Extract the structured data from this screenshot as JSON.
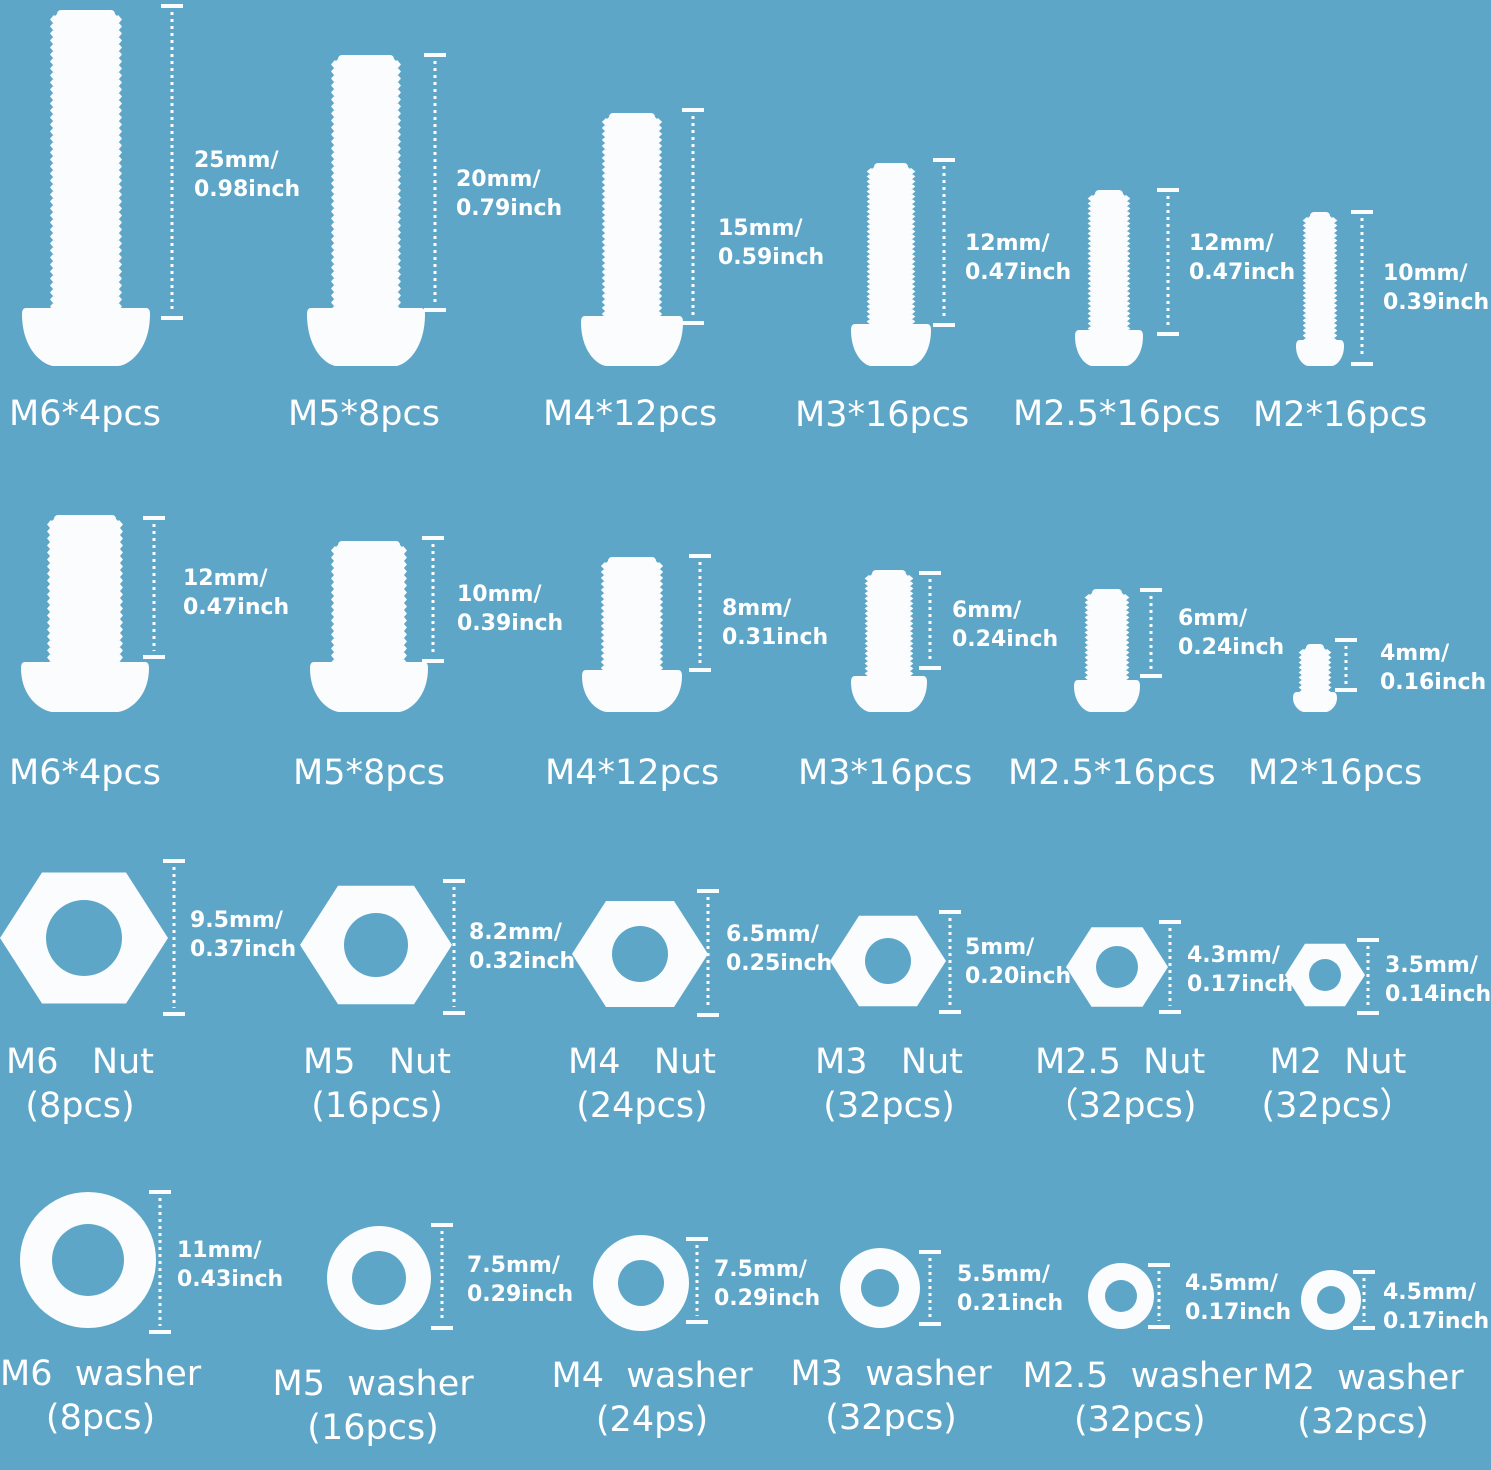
{
  "rows": [
    {
      "kind": "screw",
      "items": [
        {
          "label": "M6*4pcs",
          "mm": "25mm/",
          "inch": "0.98inch"
        },
        {
          "label": "M5*8pcs",
          "mm": "20mm/",
          "inch": "0.79inch"
        },
        {
          "label": "M4*12pcs",
          "mm": "15mm/",
          "inch": "0.59inch"
        },
        {
          "label": "M3*16pcs",
          "mm": "12mm/",
          "inch": "0.47inch"
        },
        {
          "label": "M2.5*16pcs",
          "mm": "12mm/",
          "inch": "0.47inch"
        },
        {
          "label": "M2*16pcs",
          "mm": "10mm/",
          "inch": "0.39inch"
        }
      ]
    },
    {
      "kind": "screw",
      "items": [
        {
          "label": "M6*4pcs",
          "mm": "12mm/",
          "inch": "0.47inch"
        },
        {
          "label": "M5*8pcs",
          "mm": "10mm/",
          "inch": "0.39inch"
        },
        {
          "label": "M4*12pcs",
          "mm": "8mm/",
          "inch": "0.31inch"
        },
        {
          "label": "M3*16pcs",
          "mm": "6mm/",
          "inch": "0.24inch"
        },
        {
          "label": "M2.5*16pcs",
          "mm": "6mm/",
          "inch": "0.24inch"
        },
        {
          "label": "M2*16pcs",
          "mm": "4mm/",
          "inch": "0.16inch"
        }
      ]
    },
    {
      "kind": "nut",
      "items": [
        {
          "label": "M6   Nut",
          "count": "(8pcs)",
          "mm": "9.5mm/",
          "inch": "0.37inch"
        },
        {
          "label": "M5   Nut",
          "count": "(16pcs)",
          "mm": "8.2mm/",
          "inch": "0.32inch"
        },
        {
          "label": "M4   Nut",
          "count": "(24pcs)",
          "mm": "6.5mm/",
          "inch": "0.25inch"
        },
        {
          "label": "M3   Nut",
          "count": "(32pcs)",
          "mm": "5mm/",
          "inch": "0.20inch"
        },
        {
          "label": "M2.5  Nut",
          "count": "（32pcs)",
          "mm": "4.3mm/",
          "inch": "0.17inch"
        },
        {
          "label": "M2  Nut",
          "count": "(32pcs）",
          "mm": "3.5mm/",
          "inch": "0.14inch"
        }
      ]
    },
    {
      "kind": "washer",
      "items": [
        {
          "label": "M6  washer",
          "count": "(8pcs)",
          "mm": "11mm/",
          "inch": "0.43inch"
        },
        {
          "label": "M5  washer",
          "count": "(16pcs)",
          "mm": "7.5mm/",
          "inch": "0.29inch"
        },
        {
          "label": "M4  washer",
          "count": "(24ps)",
          "mm": "7.5mm/",
          "inch": "0.29inch"
        },
        {
          "label": "M3  washer",
          "count": "(32pcs)",
          "mm": "5.5mm/",
          "inch": "0.21inch"
        },
        {
          "label": "M2.5  washer",
          "count": "(32pcs)",
          "mm": "4.5mm/",
          "inch": "0.17inch"
        },
        {
          "label": "M2  washer",
          "count": "(32pcs)",
          "mm": "4.5mm/",
          "inch": "0.17inch"
        }
      ]
    }
  ],
  "colors": {
    "background": "#5ea6c8",
    "part": "#fafcfd",
    "text": "#ffffff"
  }
}
